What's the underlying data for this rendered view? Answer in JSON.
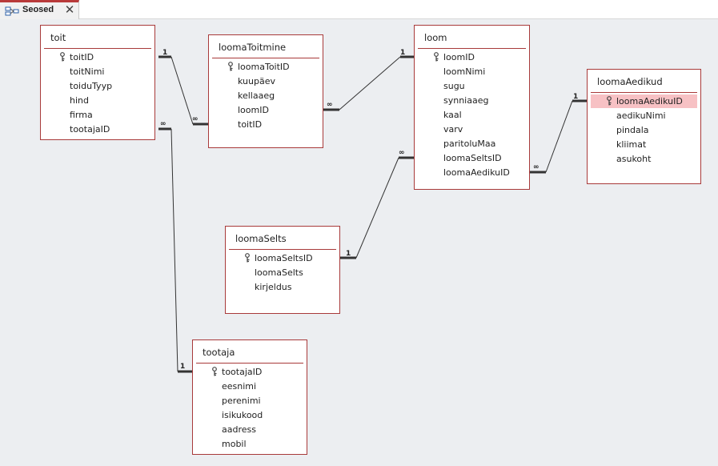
{
  "tab": {
    "label": "Seosed",
    "icon": "relationships-icon",
    "close_icon": "close-icon"
  },
  "colors": {
    "border": "#a83a3a",
    "highlight": "#f7c1c4",
    "canvas": "#eceef1",
    "tab_accent": "#b83a3a"
  },
  "cardinality": {
    "one": "1",
    "many": "∞"
  },
  "tables": {
    "toit": {
      "title": "toit",
      "fields": [
        "toitID",
        "toitNimi",
        "toiduTyyp",
        "hind",
        "firma",
        "tootajaID"
      ],
      "key_field": "toitID"
    },
    "loomaToitmine": {
      "title": "loomaToitmine",
      "fields": [
        "loomaToitID",
        "kuupäev",
        "kellaaeg",
        "loomID",
        "toitID"
      ],
      "key_field": "loomaToitID"
    },
    "loom": {
      "title": "loom",
      "fields": [
        "loomID",
        "loomNimi",
        "sugu",
        "synniaaeg",
        "kaal",
        "varv",
        "paritoluMaa",
        "loomaSeltsID",
        "loomaAedikuID"
      ],
      "key_field": "loomID"
    },
    "loomaAedikud": {
      "title": "loomaAedikud",
      "fields": [
        "loomaAedikuID",
        "aedikuNimi",
        "pindala",
        "kliimat",
        "asukoht"
      ],
      "key_field": "loomaAedikuID",
      "selected_field": "loomaAedikuID"
    },
    "loomaSelts": {
      "title": "loomaSelts",
      "fields": [
        "loomaSeltsID",
        "loomaSelts",
        "kirjeldus"
      ],
      "key_field": "loomaSeltsID"
    },
    "tootaja": {
      "title": "tootaja",
      "fields": [
        "tootajaID",
        "eesnimi",
        "perenimi",
        "isikukood",
        "aadress",
        "mobil"
      ],
      "key_field": "tootajaID"
    }
  }
}
